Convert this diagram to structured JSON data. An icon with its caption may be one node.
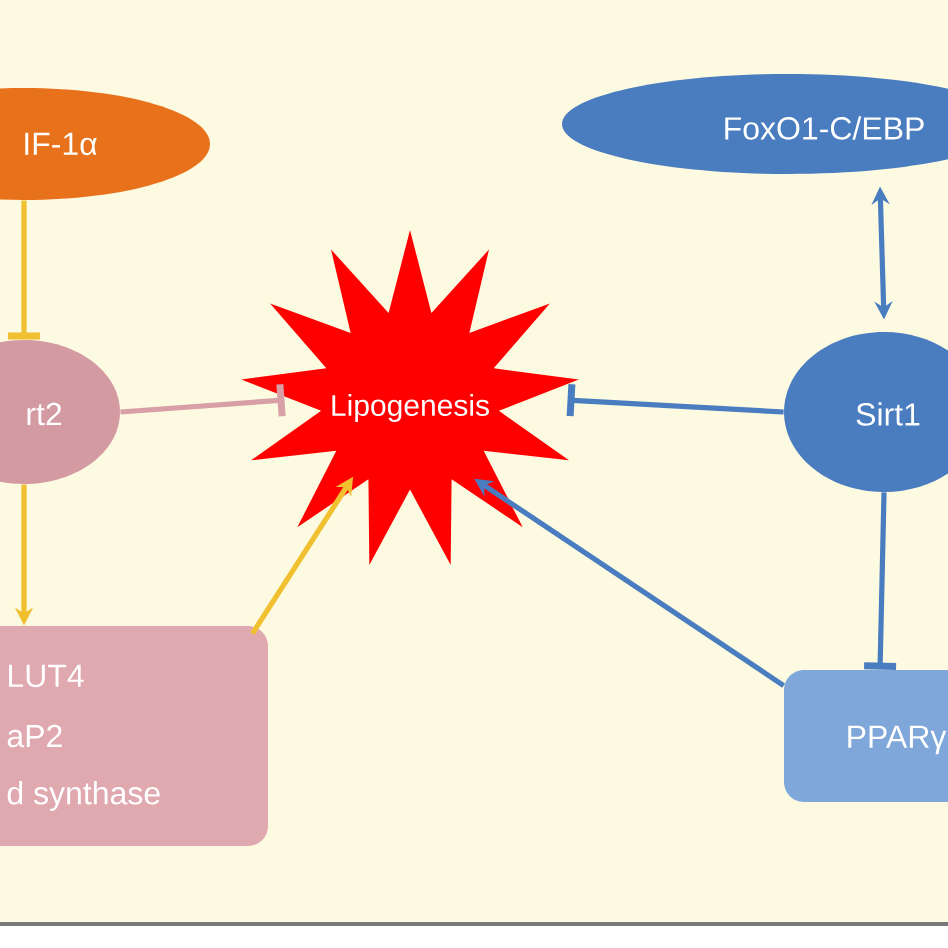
{
  "diagram": {
    "nodes": [
      {
        "text": [
          "IF-1α"
        ]
      },
      {
        "text": [
          "rt2"
        ]
      },
      {
        "text": [
          "LUT4",
          "aP2",
          "d synthase"
        ]
      },
      {
        "text": [
          "Lipogenesis"
        ]
      },
      {
        "text": [
          "FoxO1-C/EBP"
        ]
      },
      {
        "text": [
          "Sirt1"
        ]
      },
      {
        "text": [
          "PPARγ"
        ]
      }
    ],
    "edges": [
      {
        "from": 0,
        "to": 1,
        "arrow": "other",
        "color": "#f0c030"
      },
      {
        "from": 1,
        "to": 3,
        "arrow": "other",
        "color": "#d8a0a6"
      },
      {
        "from": 1,
        "to": 2,
        "arrow": "to",
        "color": "#f0c030"
      },
      {
        "from": 2,
        "to": 3,
        "arrow": "to",
        "color": "#f0c030"
      },
      {
        "from": 4,
        "to": 5,
        "arrow": "both",
        "color": "#4a7cc0"
      },
      {
        "from": 5,
        "to": 3,
        "arrow": "other",
        "color": "#4a7cc0"
      },
      {
        "from": 5,
        "to": 6,
        "arrow": "other",
        "color": "#4a7cc0"
      },
      {
        "from": 6,
        "to": 3,
        "arrow": "to",
        "color": "#4a7cc0"
      }
    ]
  }
}
